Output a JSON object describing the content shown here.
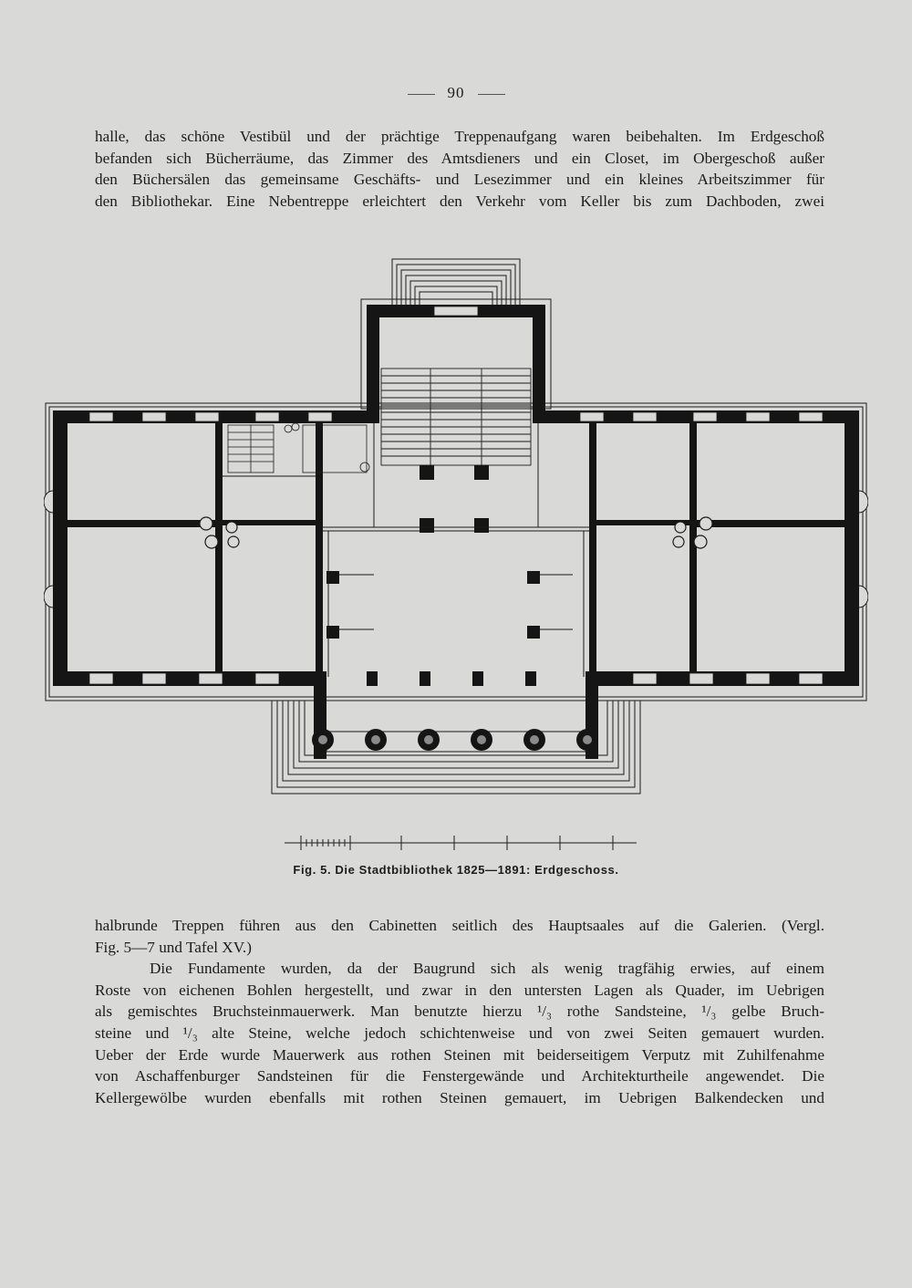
{
  "page_number": "90",
  "top_paragraph": [
    "halle, das schöne Vestibül und der prächtige Treppenaufgang waren beibehalten. Im Erdgeschoß",
    "befanden sich Bücherräume, das Zimmer des Amtsdieners und ein Closet, im Obergeschoß außer",
    "den Büchersälen das gemeinsame Geschäfts- und Lesezimmer und ein kleines Arbeitszimmer für",
    "den Bibliothekar. Eine Nebentreppe erleichtert den Verkehr vom Keller bis zum Dachboden, zwei"
  ],
  "figure_caption": "Fig. 5. Die Stadtbibliothek 1825—1891: Erdgeschoss.",
  "bottom_paragraph": [
    "halbrunde Treppen führen aus den Cabinetten seitlich des Hauptsaales auf die Galerien. (Vergl.",
    "Fig. 5—7 und Tafel XV.)",
    "Die Fundamente wurden, da der Baugrund sich als wenig tragfähig erwies, auf einem",
    "Roste von eichenen Bohlen hergestellt, und zwar in den untersten Lagen als Quader, im Uebrigen",
    "als gemischtes Bruchsteinmauerwerk. Man benutzte hierzu ¹/₃ rothe Sandsteine, ¹/₃ gelbe Bruch-",
    "steine und ¹/₃ alte Steine, welche jedoch schichtenweise und von zwei Seiten gemauert wurden.",
    "Ueber der Erde wurde Mauerwerk aus rothen Steinen mit beiderseitigem Verputz mit Zuhilfenahme",
    "von Aschaffenburger Sandsteinen für die Fenstergewände und Architekturtheile angewendet. Die",
    "Kellergewölbe wurden ebenfalls mit rothen Steinen gemauert, im Uebrigen Balkendecken und"
  ],
  "colors": {
    "ink": "#1c1c1c",
    "paper": "#d9d9d7",
    "wall": "#151515"
  }
}
